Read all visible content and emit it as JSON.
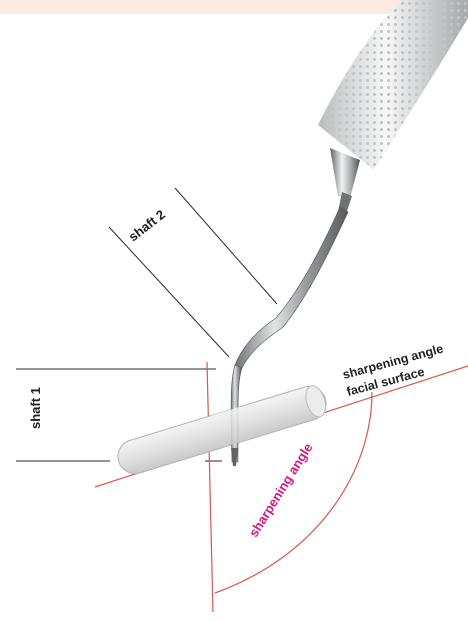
{
  "labels": {
    "shaft2": "shaft 2",
    "shaft1": "shaft 1",
    "sharpening_angle_facial_1": "sharpening angle",
    "sharpening_angle_facial_2": "facial surface",
    "sharpening_angle": "sharpening angle"
  },
  "colors": {
    "accent_pink": "#d4177a",
    "guide_red": "#d9574f",
    "line_dark": "#2b2b2b",
    "top_strip": "#fbe9e4"
  },
  "icons": {
    "instrument": "dental-curette-icon",
    "stone": "sharpening-stone-icon"
  }
}
